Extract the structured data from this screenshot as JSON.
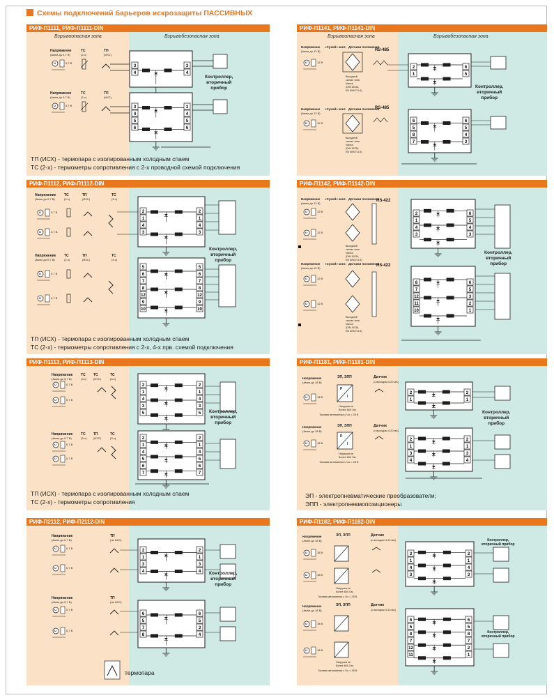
{
  "page": {
    "title": "Схемы подключений барьеров искрозащиты ПАССИВНЫХ"
  },
  "zones": {
    "hazard": "Взрывоопасная зона",
    "safe": "Взрывобезопасная зона"
  },
  "controller": {
    "line1": "Контроллер,",
    "line2": "вторичный",
    "line3": "прибор",
    "combined": "Контроллер, вторичный прибор"
  },
  "source_labels": {
    "voltage": "Напряжение",
    "u_07": "(Ампл.до 0,7 В)",
    "u_12": "(Ампл.до 12 В)",
    "u_18": "(Ампл.до 18 В)",
    "tc": "ТС",
    "tc_2w": "(2-х)",
    "tc_3w": "(3-х)",
    "tc_4w": "(4-х)",
    "tp": "ТП",
    "tp_ixs": "(ИХС)",
    "tp_no_ixs": "(не ИХС)",
    "dry": "«Сухой» конт.",
    "pos_sensor": "Датчики положения",
    "namur1": "Выходной",
    "namur2": "сигнал типа",
    "namur3": "Namur",
    "namur4": "(DIN 19234,",
    "namur5": "EN 60947-5-6)",
    "ep": "ЭП, ЭПП",
    "sensor": "Датчик",
    "sensor_4_20": "(с выходом 4-20 мА)",
    "load1": "Нагрузка не",
    "load2": "более 600 Ом",
    "current_limit": "Токовая автоматика с Uo = 28 В",
    "current_limit_lt": "Токовая автоматика с Uo < 28 В",
    "u_07_short": "0,7 В",
    "u_12_short": "12 В",
    "u_18_short": "18 В"
  },
  "protocols": {
    "rs485": "RS-485",
    "rs422": "RS-422"
  },
  "panels": [
    {
      "title": "РИФ-П1111, РИФ-П1111-DIN",
      "legend": [
        "ТП (ИСХ) - термопара с изолированным холодным спаем",
        "ТС (2-х) - термометры сопротивления с 2-х проводной схемой подключения"
      ]
    },
    {
      "title": "РИФ-П1112, РИФ-П1112-DIN",
      "legend": [
        "ТП (ИСХ) - термопара с изолированным холодным спаем",
        "ТС (2-х) - термометры сопротивления с 2-х, 4-х прв. схемой подключения"
      ]
    },
    {
      "title": "РИФ-П1113, РИФ-П1113-DIN",
      "legend": [
        "ТП (ИСХ) - термопара с изолированным холодным спаем",
        "ТС (2-х) - термометры сопротивления"
      ]
    },
    {
      "title": "РИФ-П2112, РИФ-П2112-DIN",
      "legend": [
        "термопара"
      ]
    },
    {
      "title": "РИФ-П1141, РИФ-П1141-DIN",
      "legend": []
    },
    {
      "title": "РИФ-П1142, РИФ-П1142-DIN",
      "legend": []
    },
    {
      "title": "РИФ-П1181, РИФ-П1181-DIN",
      "legend": [
        "ЭП - электропневматические преобразователи;",
        "ЭПП - электропневмопозиционеры"
      ]
    },
    {
      "title": "РИФ-П1182, РИФ-П1182-DIN",
      "legend": []
    }
  ],
  "colors": {
    "accent": "#e8771e",
    "hazard_bg": "#fbe2c6",
    "safe_bg": "#cfe9e4",
    "line": "#1e1e1e",
    "barrier_fill": "#ffffff"
  }
}
